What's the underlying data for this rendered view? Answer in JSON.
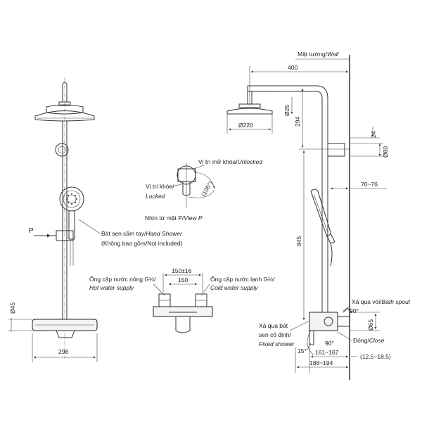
{
  "front_view": {
    "dim_width": "298",
    "dim_diameter": "Ø45",
    "label_p": "P",
    "hand_shower_vi": "Bát sen cầm tay/",
    "hand_shower_en": "Hand Shower",
    "not_included": "(Không bao gồm/Not included)"
  },
  "detail_view_p": {
    "unlocked_vi": "Vị trí mở khóa/",
    "unlocked_en": "Unlocked",
    "locked_vi": "Vị trí khóa/",
    "locked_en": "Locked",
    "angle": "(105°)",
    "view_caption_vi": "Nhìn từ mặt P/",
    "view_caption_en": "View P"
  },
  "valve_detail": {
    "dim_top": "150±16",
    "dim_inner": "150",
    "hot_vi": "Ống cấp nước nóng G½/",
    "hot_en": "Hot water supply",
    "cold_vi": "Ống cấp nước lạnh G½/",
    "cold_en": "Cold water supply"
  },
  "side_view": {
    "wall_vi": "Mặt tường/",
    "wall_en": "Wall",
    "dim_arm": "400",
    "dim_head_diameter": "Ø220",
    "dim_head_thickness": "Ø25",
    "dim_294": "294",
    "dim_24": "24",
    "dim_80": "Ø80",
    "dim_70_76": "70~76",
    "dim_845": "845",
    "bath_spout_vi": "Xả qua vòi/",
    "bath_spout_en": "Bath spout",
    "angle_90_top": "90°",
    "dim_65": "Ø65",
    "fixed_vi_1": "Xả qua bát",
    "fixed_vi_2": "sen cố định/",
    "fixed_en": "Fixed shower",
    "angle_90_bottom": "90°",
    "close_vi": "Đóng/",
    "close_en": "Close",
    "angle_15": "15°",
    "dim_161_167": "161~167",
    "dim_12_5": "(12.5~18.5)",
    "dim_188_194": "188~194"
  }
}
